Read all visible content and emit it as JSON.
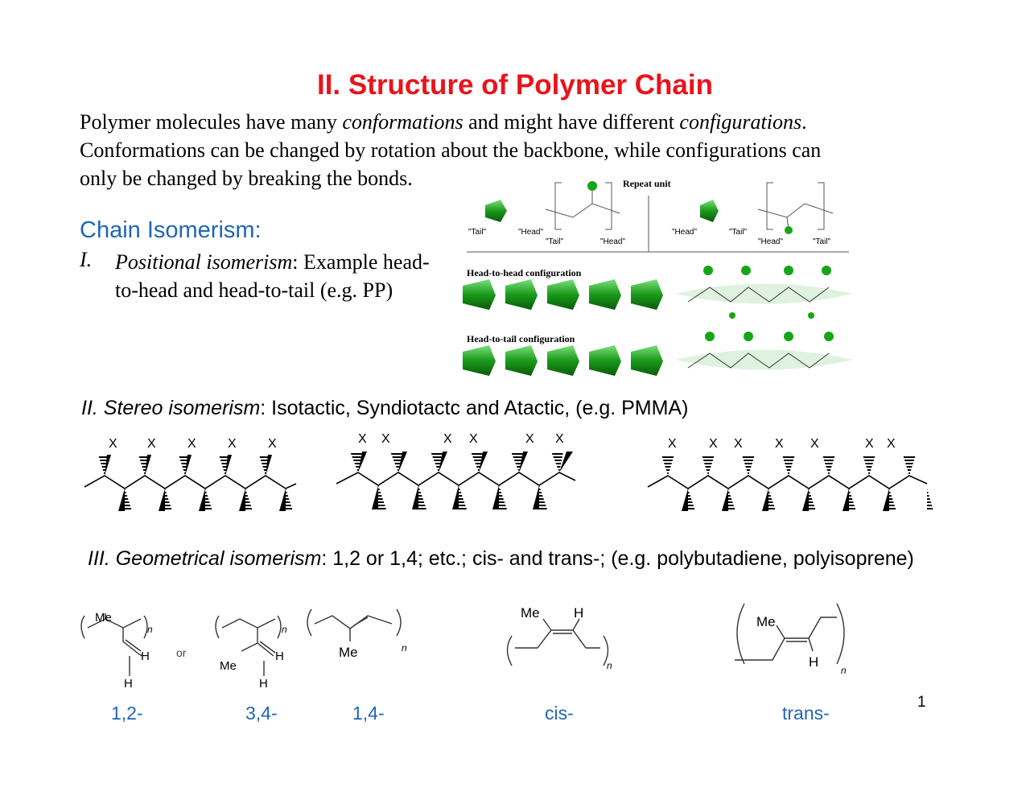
{
  "title": "II. Structure of Polymer Chain",
  "intro": {
    "t1": "Polymer molecules have many ",
    "t2": "conformations",
    "t3": " and might have different ",
    "t4": "configurations",
    "t5": ".",
    "line2": "Conformations can be changed by rotation about the backbone, while configurations can",
    "line3": "only be changed by breaking the bonds."
  },
  "chain": {
    "heading": "Chain Isomerism:",
    "item1": {
      "num": "I.",
      "label": "Positional isomerism",
      "rest": ": Example head-to-head and head-to-tail (e.g. PP)"
    }
  },
  "figure1": {
    "repeat_unit": "Repeat unit",
    "tail": "\"Tail\"",
    "head": "\"Head\"",
    "hh": "Head-to-head configuration",
    "ht": "Head-to-tail configuration"
  },
  "stereo": {
    "label": "II. Stereo isomerism",
    "rest": ": Isotactic, Syndiotactc and Atactic, (e.g. PMMA)",
    "x": "X"
  },
  "geom": {
    "label": "III. Geometrical isomerism",
    "rest": ": 1,2 or 1,4; etc.; cis- and trans-; (e.g. polybutadiene, polyisoprene)"
  },
  "chem": {
    "me": "Me",
    "h": "H",
    "n": "n",
    "or": "or"
  },
  "labels": {
    "l12": "1,2-",
    "l34": "3,4-",
    "l14": "1,4-",
    "cis": "cis-",
    "trans": "trans-"
  },
  "page_number": "1"
}
